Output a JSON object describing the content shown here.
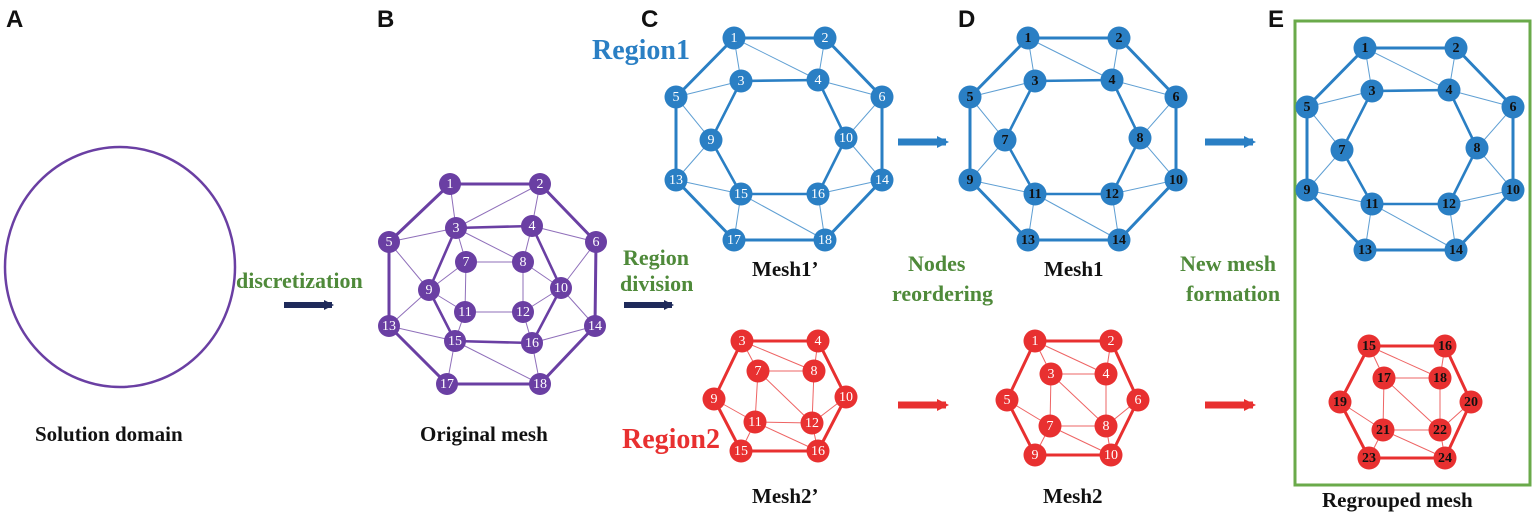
{
  "colors": {
    "purple": "#6a3fa3",
    "blue": "#2a7fc4",
    "red": "#e83030",
    "green": "#4f8a3a",
    "navy": "#1f2a5a",
    "frame": "#6aaa4a"
  },
  "panels": {
    "A": "A",
    "B": "B",
    "C": "C",
    "D": "D",
    "E": "E"
  },
  "captions": {
    "solution_domain": "Solution domain",
    "original_mesh": "Original mesh",
    "mesh1p": "Mesh1’",
    "mesh1": "Mesh1",
    "mesh2p": "Mesh2’",
    "mesh2": "Mesh2",
    "regrouped": "Regrouped mesh"
  },
  "steps": {
    "discretization": "discretization",
    "region_division_1": "Region",
    "region_division_2": "division",
    "nodes_reordering_1": "Nodes",
    "nodes_reordering_2": "reordering",
    "new_mesh_1": "New mesh",
    "new_mesh_2": "formation"
  },
  "regions": {
    "region1": "Region1",
    "region2": "Region2"
  },
  "meshes": {
    "original": [
      "1",
      "2",
      "3",
      "4",
      "5",
      "6",
      "7",
      "8",
      "9",
      "10",
      "11",
      "12",
      "13",
      "14",
      "15",
      "16",
      "17",
      "18"
    ],
    "mesh1p": [
      "1",
      "2",
      "3",
      "4",
      "5",
      "6",
      "9",
      "10",
      "13",
      "14",
      "15",
      "16",
      "17",
      "18"
    ],
    "mesh1": [
      "1",
      "2",
      "3",
      "4",
      "5",
      "6",
      "7",
      "8",
      "9",
      "10",
      "11",
      "12",
      "13",
      "14"
    ],
    "mesh2p": [
      "3",
      "4",
      "7",
      "8",
      "9",
      "10",
      "11",
      "12",
      "15",
      "16"
    ],
    "mesh2": [
      "1",
      "2",
      "3",
      "4",
      "5",
      "6",
      "7",
      "8",
      "9",
      "10"
    ],
    "regroup1": [
      "1",
      "2",
      "3",
      "4",
      "5",
      "6",
      "7",
      "8",
      "9",
      "10",
      "11",
      "12",
      "13",
      "14"
    ],
    "regroup2": [
      "15",
      "16",
      "17",
      "18",
      "19",
      "20",
      "21",
      "22",
      "23",
      "24"
    ]
  }
}
